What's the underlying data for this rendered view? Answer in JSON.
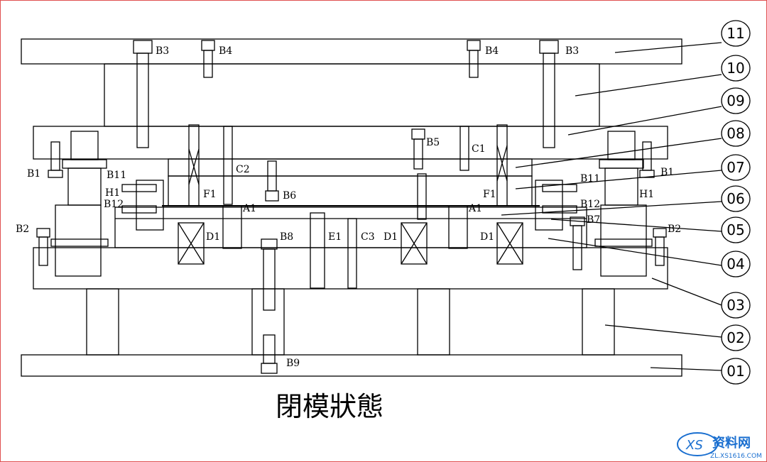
{
  "title": "閉模狀態",
  "balloons": [
    "11",
    "10",
    "09",
    "08",
    "07",
    "06",
    "05",
    "04",
    "03",
    "02",
    "01"
  ],
  "part_labels": {
    "B1": "B1",
    "B2": "B2",
    "B3": "B3",
    "B4": "B4",
    "B5": "B5",
    "B6": "B6",
    "B7": "B7",
    "B8": "B8",
    "B9": "B9",
    "B11": "B11",
    "B12": "B12",
    "C1": "C1",
    "C2": "C2",
    "C3": "C3",
    "D1": "D1",
    "E1": "E1",
    "F1": "F1",
    "H1": "H1",
    "A1": "A1"
  },
  "watermark": {
    "name": "资料网",
    "url": "ZL.XS1616.COM"
  },
  "colors": {
    "line": "#000000",
    "frame": "#e05050",
    "wm_blue": "#1a6fd0"
  }
}
